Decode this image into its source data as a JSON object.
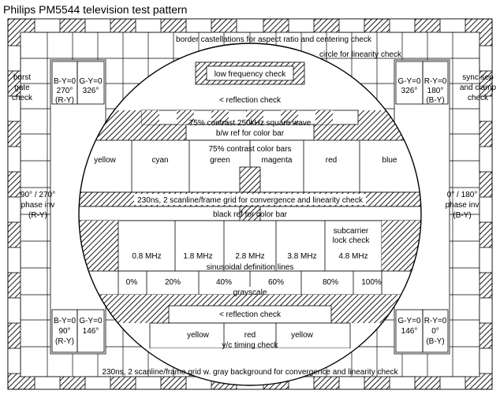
{
  "title": "Philips PM5544 television test pattern",
  "labels": {
    "border": "border castellations for aspect ratio and centering check",
    "circle": "circle for linearity check",
    "low_freq": "low frequency check",
    "reflection_top": "< reflection check",
    "square_wave": "75% contrast 250kHz square wave",
    "bw_ref": "b/w ref for color bar",
    "color_bars_title": "75% contrast color bars",
    "grid_check": "230ns, 2 scanline/frame grid for convergence and linearity check",
    "black_ref": "black ref for color bar",
    "subcarrier_1": "subcarrier",
    "subcarrier_2": "lock check",
    "sinusoidal": "sinusoidal definition lines",
    "grayscale": "grayscale",
    "reflection_bottom": "< reflection check",
    "yc_timing": "y/c timing check",
    "bottom_grid": "230ns, 2 scanline/frame grid w. gray background for convergence and linearity check",
    "burst_1": "burst",
    "burst_2": "gate",
    "burst_3": "check",
    "sync_1": "sync sep",
    "sync_2": "and clamp",
    "sync_3": "check",
    "lt_by": "B-Y=0",
    "lt_by_deg": "270°",
    "lt_by_sig": "(R-Y)",
    "lt_gy": "G-Y=0",
    "lt_gy_deg": "326°",
    "rt_gy": "G-Y=0",
    "rt_gy_deg": "326°",
    "rt_ry": "R-Y=0",
    "rt_ry_deg": "180°",
    "rt_ry_sig": "(B-Y)",
    "lm_1": "90° / 270°",
    "lm_2": "phase inv",
    "lm_3": "(R-Y)",
    "rm_1": "0° / 180°",
    "rm_2": "phase inv",
    "rm_3": "(B-Y)",
    "lb_by": "B-Y=0",
    "lb_by_deg": "90°",
    "lb_by_sig": "(R-Y)",
    "lb_gy": "G-Y=0",
    "lb_gy_deg": "146°",
    "rb_gy": "G-Y=0",
    "rb_gy_deg": "146°",
    "rb_ry": "R-Y=0",
    "rb_ry_deg": "0°",
    "rb_ry_sig": "(B-Y)"
  },
  "color_bars": [
    "yellow",
    "cyan",
    "green",
    "magenta",
    "red",
    "blue"
  ],
  "frequencies": [
    "0.8 MHz",
    "1.8 MHz",
    "2.8 MHz",
    "3.8 MHz",
    "4.8 MHz"
  ],
  "gray_levels": [
    "0%",
    "20%",
    "40%",
    "60%",
    "80%",
    "100%"
  ],
  "yc_bars": [
    "yellow",
    "red",
    "yellow"
  ]
}
